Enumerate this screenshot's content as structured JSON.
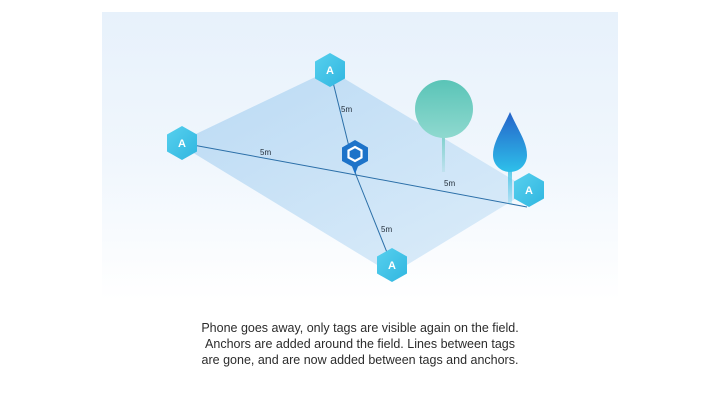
{
  "diagram": {
    "anchor_letter": "A",
    "anchor_icon": "anchor-hexagon-icon",
    "tag_icon": "phone-tag-pin-icon",
    "distances": {
      "top_to_tag": "5m",
      "left_to_tag": "5m",
      "tag_to_right": "5m",
      "tag_to_bottom": "5m"
    },
    "colors": {
      "anchor": "#3ec4e6",
      "tag": "#1d73c9",
      "field": "#bddcf5",
      "line": "#2b6fa8",
      "round_tree": "#5cc5b9",
      "drop_tree": "#2d7fd8"
    }
  },
  "caption": {
    "line1": "Phone goes away, only tags are visible again on the field.",
    "line2": "Anchors are added around the field. Lines between tags",
    "line3": "are gone, and are now added between tags and anchors."
  }
}
